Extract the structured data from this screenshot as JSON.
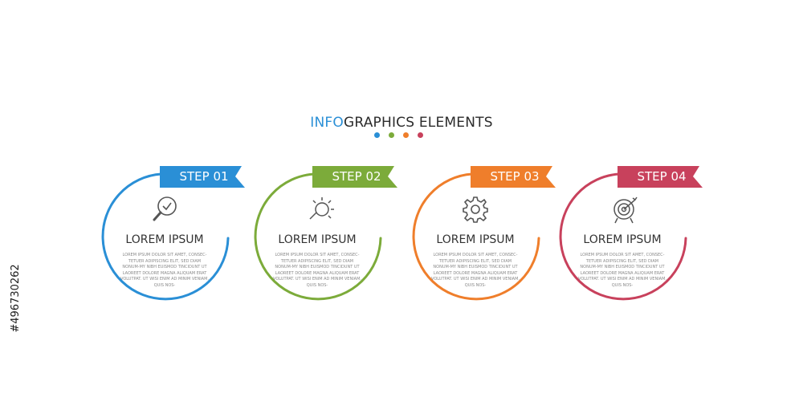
{
  "title": {
    "accent": "INFO",
    "rest": "GRAPHICS ELEMENTS"
  },
  "dots": [
    "#2a8fd6",
    "#7cab3a",
    "#ef7e2b",
    "#c8415c"
  ],
  "steps": [
    {
      "label": "STEP 01",
      "heading": "LOREM IPSUM",
      "icon": "magnifier-check-icon",
      "color": "#2a8fd6",
      "body": "LOREM IPSUM DOLOR SIT AMET, CONSEC-TETUER ADIPISCING ELIT, SED DIAM NONUM-MY NIBH EUISMOD TINCIDUNT UT LAOREET DOLORE MAGNA ALIQUAM ERAT VOLUTPAT. UT WISI ENIM AD MINIM VENIAM, QUIS NOS-"
    },
    {
      "label": "STEP 02",
      "heading": "LOREM IPSUM",
      "icon": "lightbulb-icon",
      "color": "#7cab3a",
      "body": "LOREM IPSUM DOLOR SIT AMET, CONSEC-TETUER ADIPISCING ELIT, SED DIAM NONUM-MY NIBH EUISMOD TINCIDUNT UT LAOREET DOLORE MAGNA ALIQUAM ERAT VOLUTPAT. UT WISI ENIM AD MINIM VENIAM, QUIS NOS-"
    },
    {
      "label": "STEP 03",
      "heading": "LOREM IPSUM",
      "icon": "gear-icon",
      "color": "#ef7e2b",
      "body": "LOREM IPSUM DOLOR SIT AMET, CONSEC-TETUER ADIPISCING ELIT, SED DIAM NONUM-MY NIBH EUISMOD TINCIDUNT UT LAOREET DOLORE MAGNA ALIQUAM ERAT VOLUTPAT. UT WISI ENIM AD MINIM VENIAM, QUIS NOS-"
    },
    {
      "label": "STEP 04",
      "heading": "LOREM IPSUM",
      "icon": "target-icon",
      "color": "#c8415c",
      "body": "LOREM IPSUM DOLOR SIT AMET, CONSEC-TETUER ADIPISCING ELIT, SED DIAM NONUM-MY NIBH EUISMOD TINCIDUNT UT LAOREET DOLORE MAGNA ALIQUAM ERAT VOLUTPAT. UT WISI ENIM AD MINIM VENIAM, QUIS NOS-"
    }
  ],
  "watermark": "#496730262"
}
